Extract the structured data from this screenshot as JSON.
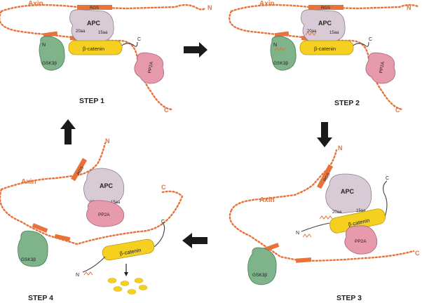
{
  "colors": {
    "axin": "#e8733a",
    "apc": "#d9cbd6",
    "gsk3b": "#7fb38a",
    "beta_catenin": "#f5d020",
    "pp2a": "#e69aab",
    "arrow": "#1a1a1a",
    "text_dark": "#222222"
  },
  "labels": {
    "axin": "Axin",
    "rgs": "RGS",
    "apc": "APC",
    "aa20": "20aa",
    "aa15": "15aa",
    "gsk3b": "GSK3β",
    "beta_catenin": "β-catenin",
    "pp2a": "PP2A",
    "n": "N",
    "c": "C"
  },
  "steps": [
    {
      "id": 1,
      "title": "STEP 1"
    },
    {
      "id": 2,
      "title": "STEP 2"
    },
    {
      "id": 3,
      "title": "STEP 3"
    },
    {
      "id": 4,
      "title": "STEP 4"
    }
  ]
}
